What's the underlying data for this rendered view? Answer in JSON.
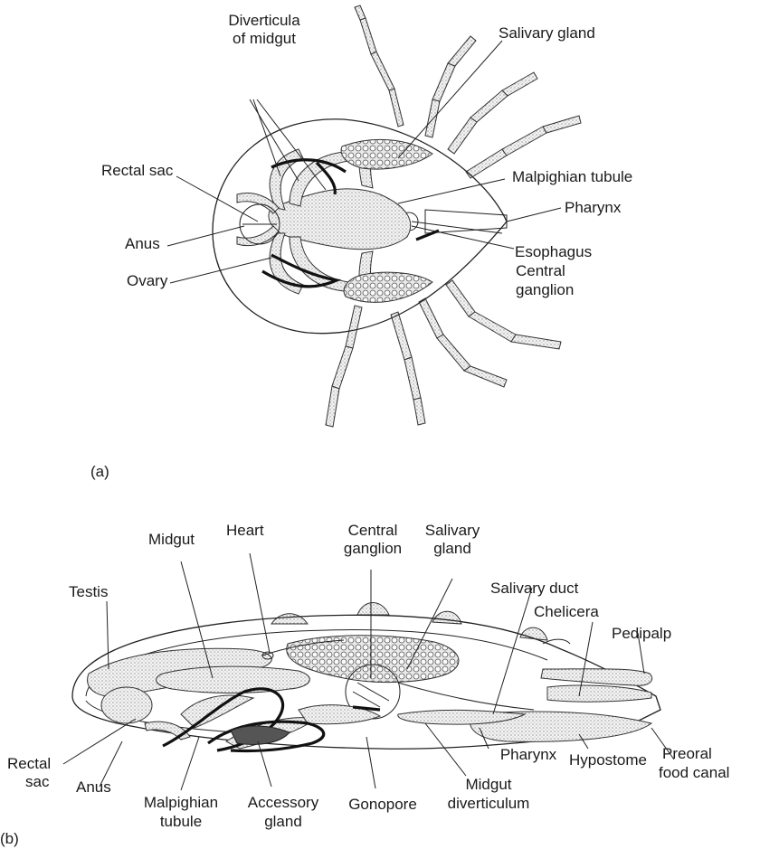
{
  "panel_a": {
    "letter": "(a)",
    "labels": {
      "diverticula_line1": "Diverticula",
      "diverticula_line2": "of midgut",
      "salivary_gland": "Salivary gland",
      "rectal_sac": "Rectal sac",
      "malpighian_tubule": "Malpighian tubule",
      "pharynx": "Pharynx",
      "anus": "Anus",
      "esophagus": "Esophagus",
      "central_line1": "Central",
      "central_line2": "ganglion",
      "ovary": "Ovary"
    }
  },
  "panel_b": {
    "letter": "(b)",
    "labels": {
      "midgut": "Midgut",
      "heart": "Heart",
      "central_line1": "Central",
      "central_line2": "ganglion",
      "salivary_line1": "Salivary",
      "salivary_line2": "gland",
      "testis": "Testis",
      "salivary_duct": "Salivary duct",
      "chelicera": "Chelicera",
      "pedipalp": "Pedipalp",
      "preoral_line1": "Preoral",
      "preoral_line2": "food canal",
      "rectal_line1": "Rectal",
      "rectal_line2": "sac",
      "anus": "Anus",
      "malpighian_line1": "Malpighian",
      "malpighian_line2": "tubule",
      "accessory_line1": "Accessory",
      "accessory_line2": "gland",
      "gonopore": "Gonopore",
      "midgut_div_line1": "Midgut",
      "midgut_div_line2": "diverticulum",
      "pharynx": "Pharynx",
      "hypostome": "Hypostome"
    }
  }
}
